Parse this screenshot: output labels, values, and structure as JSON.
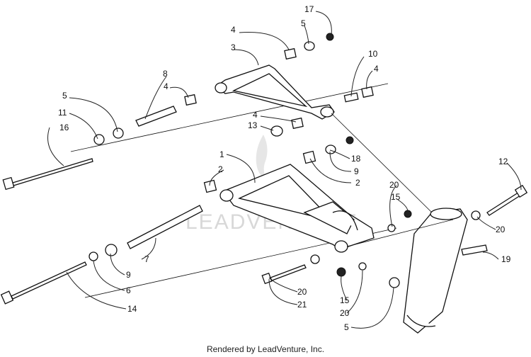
{
  "watermark": "LEADVENTURE",
  "footer": "Rendered by LeadVenture, Inc.",
  "callouts": [
    "17",
    "5",
    "4",
    "3",
    "8",
    "4",
    "10",
    "4",
    "5",
    "11",
    "16",
    "4",
    "13",
    "1",
    "2",
    "18",
    "9",
    "2",
    "12",
    "20",
    "15",
    "20",
    "7",
    "9",
    "6",
    "14",
    "19",
    "20",
    "21",
    "15",
    "20",
    "5"
  ]
}
